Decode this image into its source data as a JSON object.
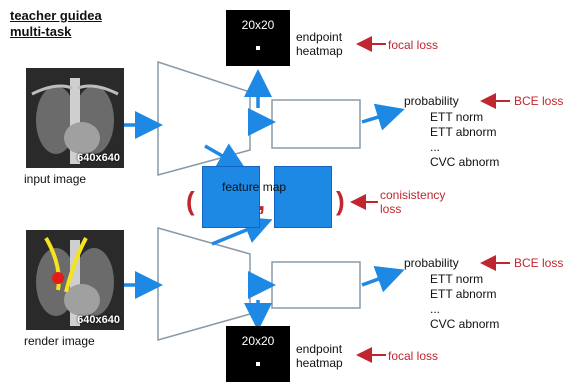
{
  "title": {
    "line1": "teacher guidea",
    "line2": "multi-task"
  },
  "top_branch": {
    "image_caption": "input image",
    "image_size": "640x640",
    "heatmap_size": "20x20",
    "heatmap_label_1": "endpoint",
    "heatmap_label_2": "heatmap",
    "heatmap_loss": "focal loss",
    "prob_label": "probability",
    "prob_loss": "BCE loss",
    "classes": [
      "ETT norm",
      "ETT abnorm",
      "...",
      "CVC abnorm"
    ]
  },
  "bottom_branch": {
    "image_caption": "render image",
    "image_size": "640x640",
    "heatmap_size": "20x20",
    "heatmap_label_1": "endpoint",
    "heatmap_label_2": "heatmap",
    "heatmap_loss": "focal loss",
    "prob_label": "probability",
    "prob_loss": "BCE loss",
    "classes": [
      "ETT norm",
      "ETT abnorm",
      "...",
      "CVC abnorm"
    ]
  },
  "feature_map": {
    "label": "feature map",
    "open_paren": "(",
    "comma": ",",
    "close_paren": ")"
  },
  "consistency": {
    "line1": "conisistency",
    "line2": "loss"
  },
  "colors": {
    "arrow": "#1e88e5",
    "loss": "#c0262f",
    "feature_box": "#1e88e5"
  },
  "icons": [
    "xray-chest-image",
    "encoder-trapezoid",
    "heatmap-dot",
    "red-loss-arrow"
  ]
}
